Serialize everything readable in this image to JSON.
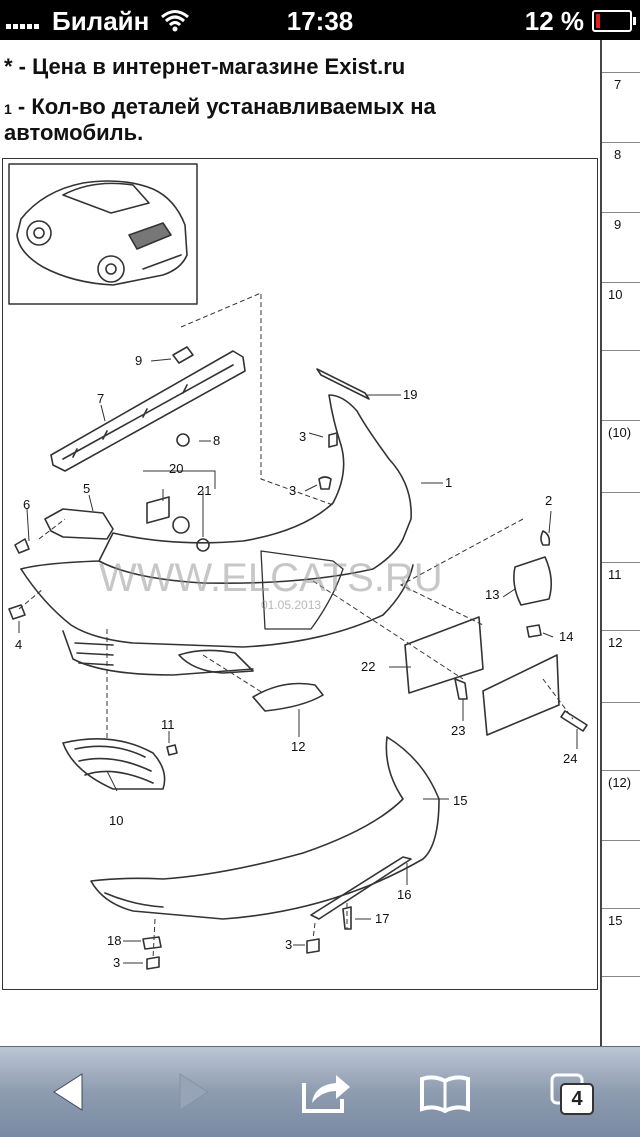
{
  "status_bar": {
    "carrier": "Билайн",
    "time": "17:38",
    "battery_percent": "12 %",
    "battery_level": 0.12
  },
  "notes": {
    "price_note": "* - Цена в интернет-магазине Exist.ru",
    "qty_note_marker": "1",
    "qty_note_text": " - Кол-во деталей устанавливаемых на автомобиль."
  },
  "page_column": [
    "7",
    "8",
    "9",
    "10",
    "",
    "(10)",
    "",
    "11",
    "12",
    "",
    "(12)",
    "",
    "15",
    ""
  ],
  "diagram": {
    "watermark": "WWW.ELCATS.RU",
    "watermark_date": "01.05.2013",
    "part_labels": [
      "1",
      "2",
      "3",
      "3",
      "3",
      "3",
      "4",
      "5",
      "6",
      "7",
      "8",
      "9",
      "10",
      "11",
      "12",
      "13",
      "14",
      "15",
      "16",
      "17",
      "18",
      "19",
      "20",
      "21",
      "22",
      "23",
      "24"
    ]
  },
  "toolbar": {
    "back": "back-icon",
    "forward": "forward-icon",
    "share": "share-icon",
    "bookmarks": "bookmarks-icon",
    "tabs": "tabs-icon",
    "tab_count": "4"
  }
}
